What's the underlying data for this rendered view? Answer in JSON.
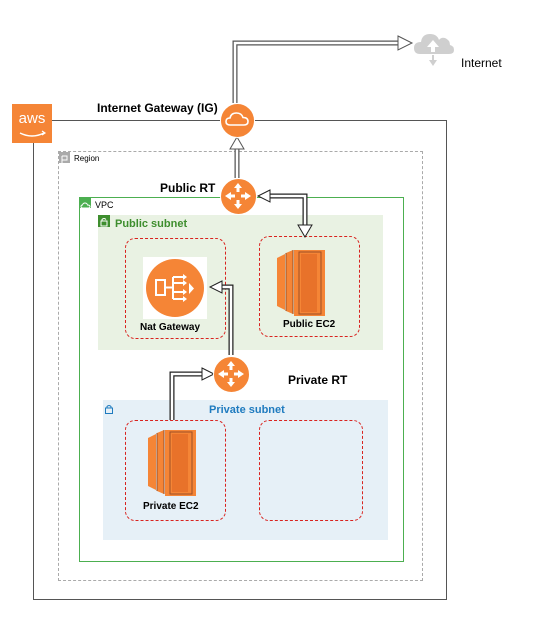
{
  "internet_label": "Internet",
  "igw_label": "Internet Gateway (IG)",
  "aws_logo_text": "aws",
  "region_label": "Region",
  "vpc_label": "VPC",
  "public_rt_label": "Public RT",
  "private_rt_label": "Private RT",
  "public_subnet_label": "Public subnet",
  "private_subnet_label": "Private subnet",
  "nat_gateway_label": "Nat Gateway",
  "public_ec2_label": "Public EC2",
  "private_ec2_label": "Private EC2",
  "colors": {
    "aws_orange": "#F58536",
    "public_subnet_text": "#3E8E2E",
    "private_subnet_text": "#1F7BBF",
    "dash_red": "#D9231F",
    "vpc_green": "#4CAF50"
  }
}
